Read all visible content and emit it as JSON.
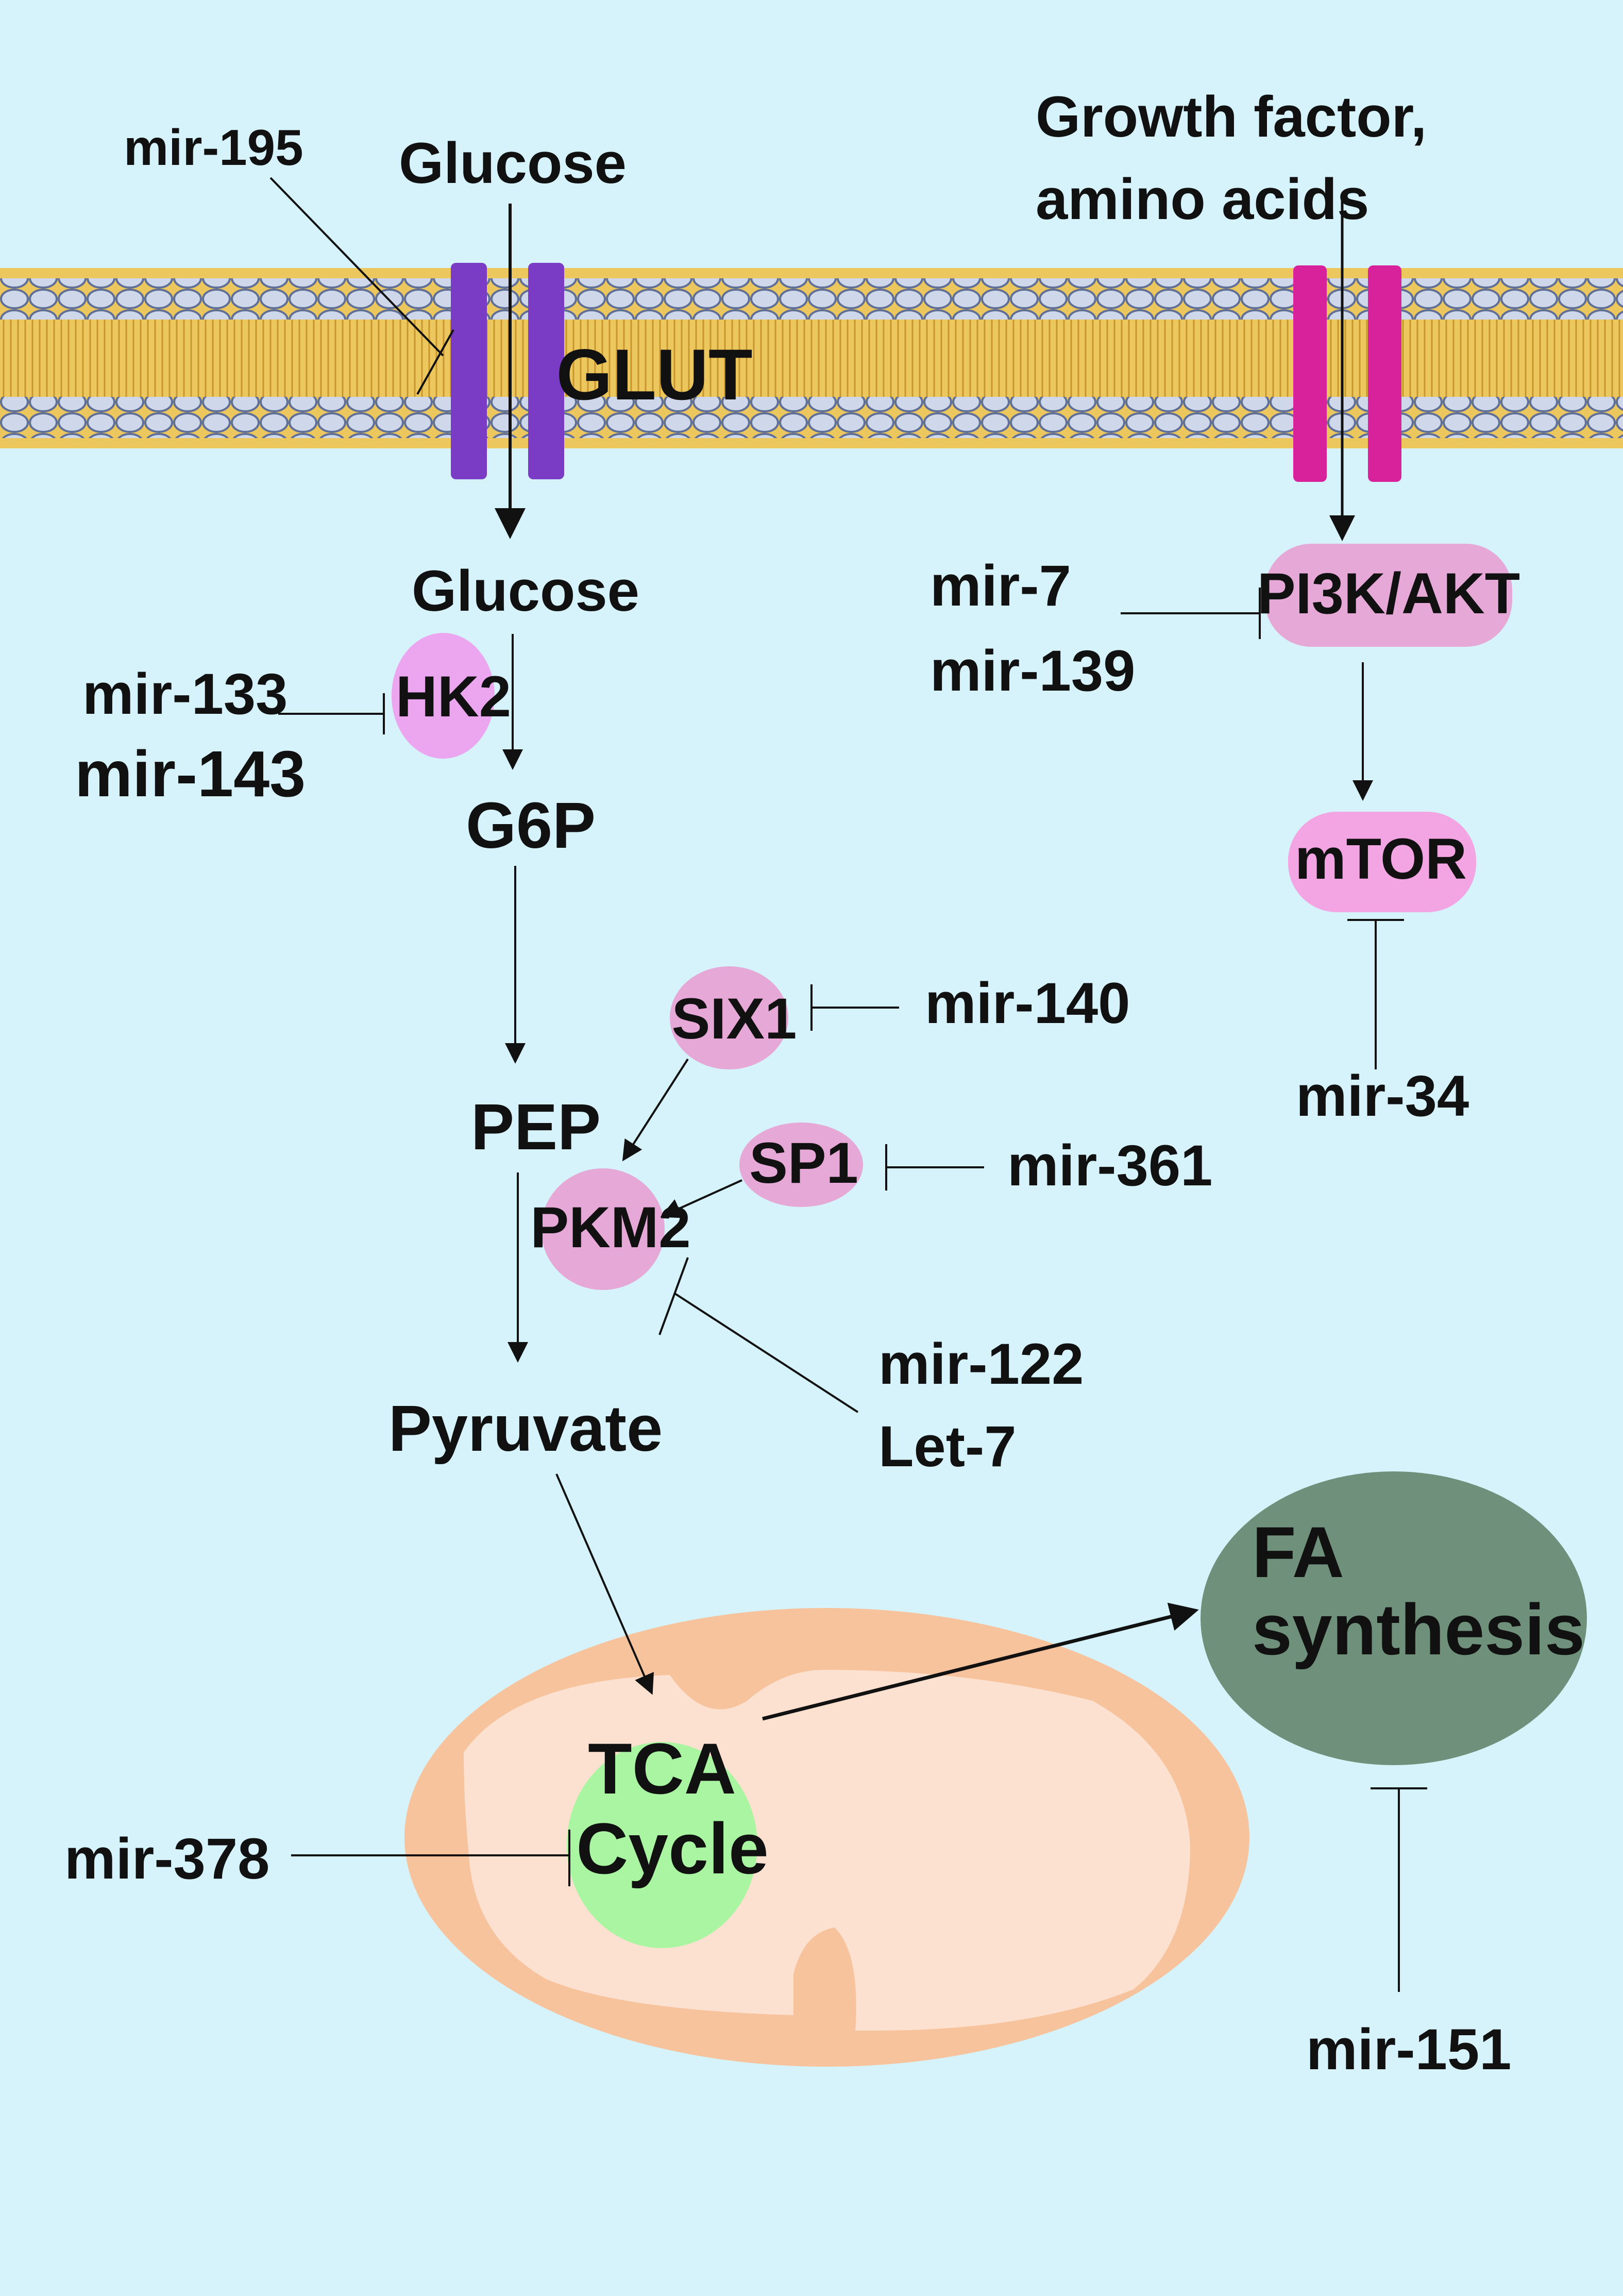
{
  "colors": {
    "background": "#d6f3fb",
    "membrane_core": "#ecc75e",
    "membrane_head": "#cfd8ea",
    "glut_channel": "#7a3cc4",
    "receptor_channel": "#d8229c",
    "enzyme_pink": "#e6a8d6",
    "hk2_pink": "#eba6ef",
    "mito_outer": "#f7c39c",
    "mito_inner": "#fde1d0",
    "tca_green": "#a9f5a1",
    "fa_green": "#6f917b"
  },
  "labels": {
    "glucose_ext": "Glucose",
    "glut": "GLUT",
    "growth_factor_1": "Growth factor,",
    "growth_factor_2": "amino acids",
    "glucose_int": "Glucose",
    "g6p": "G6P",
    "pep": "PEP",
    "pyruvate": "Pyruvate"
  },
  "nodes": {
    "hk2": "HK2",
    "six1": "SIX1",
    "sp1": "SP1",
    "pkm2": "PKM2",
    "pi3k_akt": "PI3K/AKT",
    "mtor": "mTOR",
    "tca_1": "TCA",
    "tca_2": "Cycle",
    "fa_1": "FA",
    "fa_2": "synthesis"
  },
  "mirnas": {
    "mir195": "mir-195",
    "mir133": "mir-133",
    "mir143": "mir-143",
    "mir7": "mir-7",
    "mir139": "mir-139",
    "mir140": "mir-140",
    "mir361": "mir-361",
    "mir34": "mir-34",
    "mir122": "mir-122",
    "let7": "Let-7",
    "mir378": "mir-378",
    "mir151": "mir-151"
  }
}
